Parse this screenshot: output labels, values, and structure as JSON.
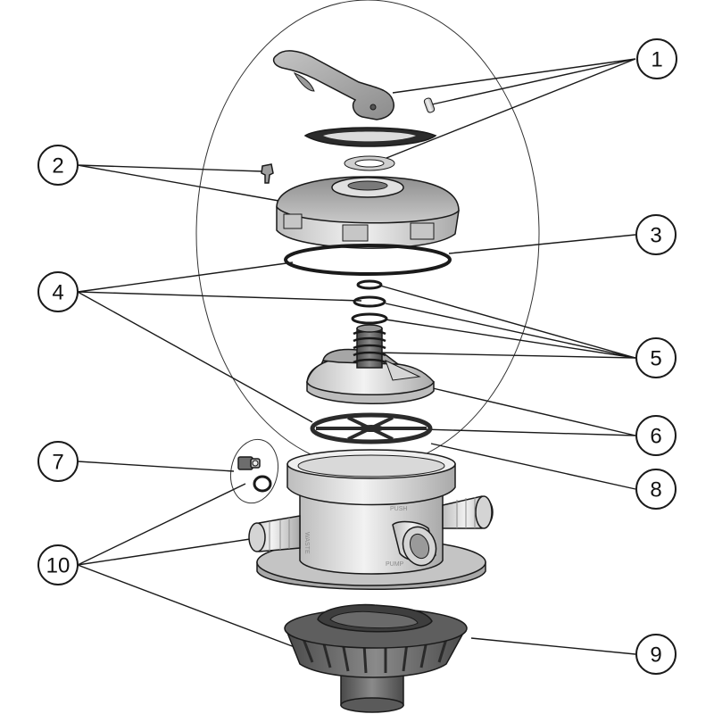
{
  "callouts": [
    {
      "id": "1",
      "label": "1"
    },
    {
      "id": "2",
      "label": "2"
    },
    {
      "id": "3",
      "label": "3"
    },
    {
      "id": "4",
      "label": "4"
    },
    {
      "id": "5",
      "label": "5"
    },
    {
      "id": "6",
      "label": "6"
    },
    {
      "id": "7",
      "label": "7"
    },
    {
      "id": "8",
      "label": "8"
    },
    {
      "id": "9",
      "label": "9"
    },
    {
      "id": "10",
      "label": "10"
    }
  ],
  "body_embossed_text": [
    "PUSH",
    "WASTE",
    "PUMP"
  ],
  "colors": {
    "background": "#ffffff",
    "line": "#1a1a1a",
    "part_light": "#d9d9d9",
    "part_mid": "#b5b5b5",
    "part_dark": "#6f6f6f",
    "gasket": "#2b2b2b"
  }
}
